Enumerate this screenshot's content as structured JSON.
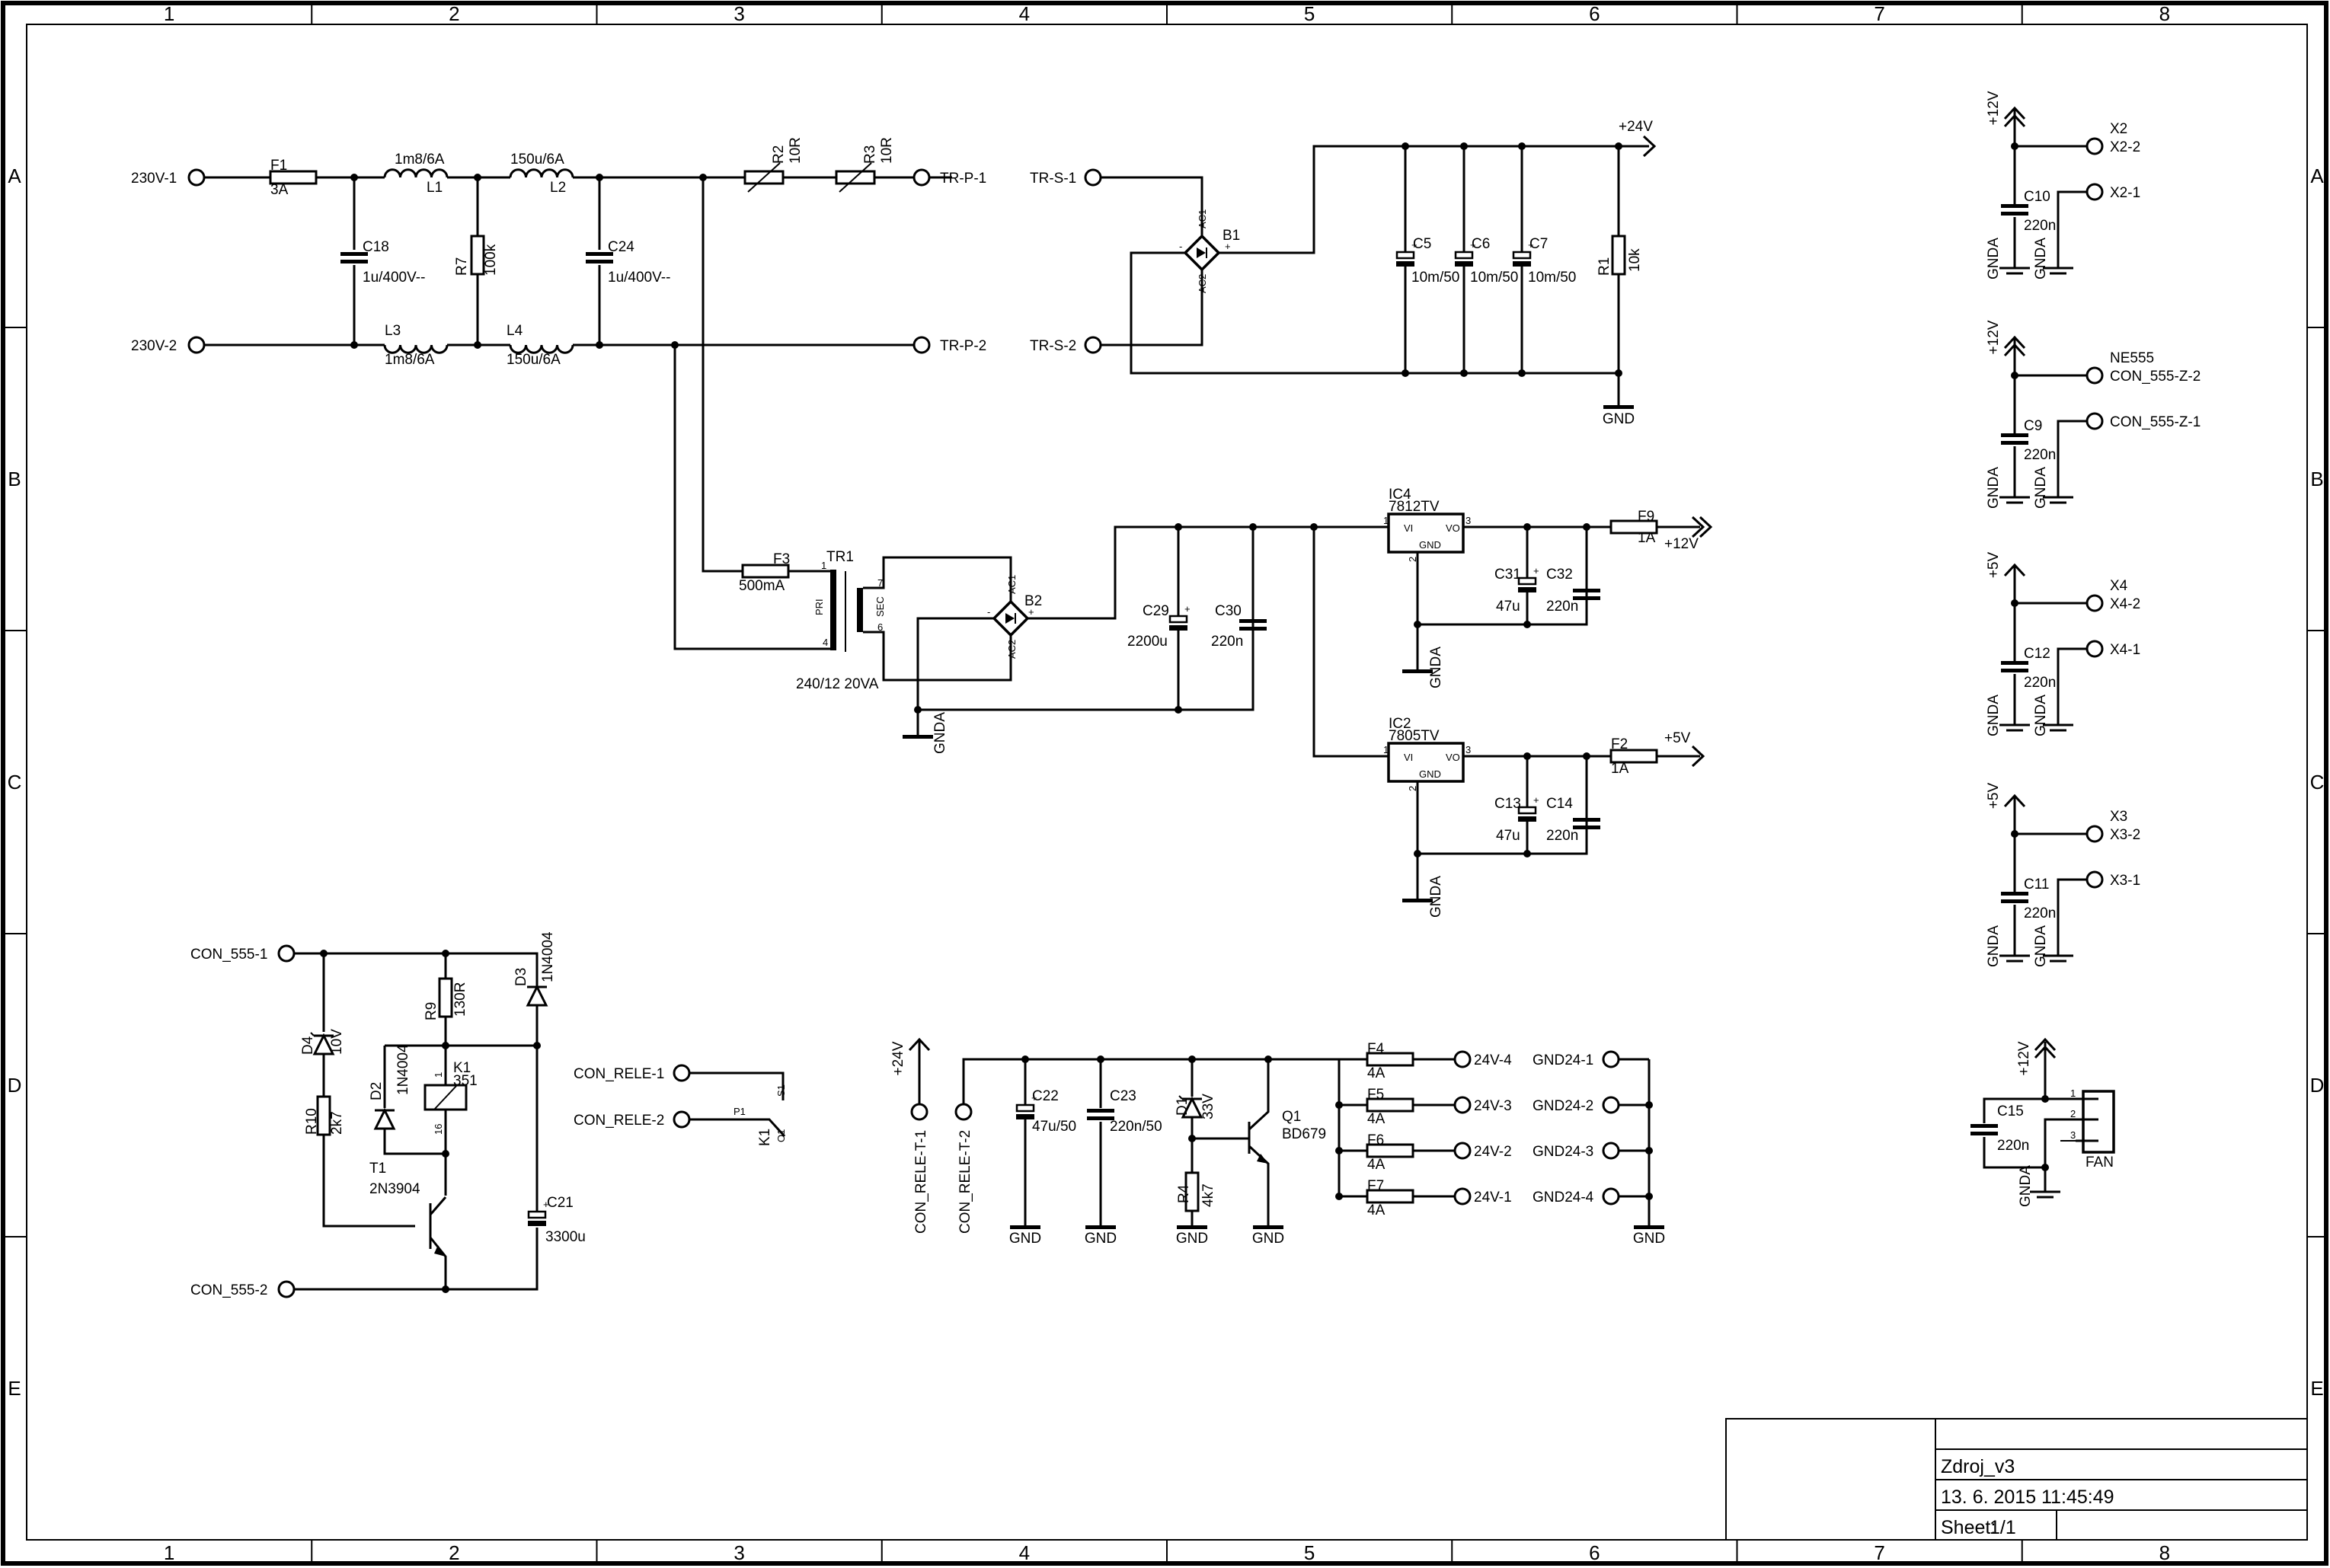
{
  "sheet": {
    "columns": [
      "1",
      "2",
      "3",
      "4",
      "5",
      "6",
      "7",
      "8"
    ],
    "rows": [
      "A",
      "B",
      "C",
      "D",
      "E"
    ]
  },
  "title_block": {
    "name": "Zdroj_v3",
    "datetime": "13. 6. 2015 11:45:49",
    "sheet_label": "Sheet:",
    "sheet_value": "1/1"
  },
  "input_filter": {
    "terminals": [
      "230V-1",
      "230V-2"
    ],
    "F1": {
      "ref": "F1",
      "value": "3A"
    },
    "L1": {
      "ref": "L1",
      "value": "1m8/6A"
    },
    "L2": {
      "ref": "L2",
      "value": "150u/6A"
    },
    "L3": {
      "ref": "L3",
      "value": "1m8/6A"
    },
    "L4": {
      "ref": "L4",
      "value": "150u/6A"
    },
    "C18": {
      "ref": "C18",
      "value": "1u/400V--"
    },
    "C24": {
      "ref": "C24",
      "value": "1u/400V--"
    },
    "R7": {
      "ref": "R7",
      "value": "100k"
    },
    "R2": {
      "ref": "R2",
      "value": "10R"
    },
    "R3": {
      "ref": "R3",
      "value": "10R"
    },
    "out_terminals": [
      "TR-P-1",
      "TR-P-2"
    ]
  },
  "rect24": {
    "terminals": [
      "TR-S-1",
      "TR-S-2"
    ],
    "B1": {
      "ref": "B1",
      "ac1": "AC1",
      "ac2": "AC2",
      "plus": "+",
      "minus": "-"
    },
    "caps": [
      {
        "ref": "C5",
        "value": "10m/50"
      },
      {
        "ref": "C6",
        "value": "10m/50"
      },
      {
        "ref": "C7",
        "value": "10m/50"
      }
    ],
    "R1": {
      "ref": "R1",
      "value": "10k"
    },
    "rail": "+24V",
    "gnd": "GND"
  },
  "transformer": {
    "F3": {
      "ref": "F3",
      "value": "500mA"
    },
    "TR1": {
      "ref": "TR1",
      "value": "240/12 20VA",
      "pri": "PRI",
      "sec": "SEC",
      "pins": [
        "1",
        "4",
        "7",
        "6"
      ]
    },
    "B2": {
      "ref": "B2",
      "ac1": "AC1",
      "ac2": "AC2",
      "plus": "+",
      "minus": "-"
    },
    "C29": {
      "ref": "C29",
      "value": "2200u"
    },
    "C30": {
      "ref": "C30",
      "value": "220n"
    },
    "gnd": "GNDA"
  },
  "regulators": [
    {
      "ref": "IC4",
      "part": "7812TV",
      "vi": "VI",
      "vo": "VO",
      "gnd": "GND",
      "pins": [
        "1",
        "3",
        "2"
      ],
      "cap_e": {
        "ref": "C31",
        "value": "47u"
      },
      "cap": {
        "ref": "C32",
        "value": "220n"
      },
      "fuse": {
        "ref": "F9",
        "value": "1A"
      },
      "rail": "+12V",
      "ground": "GNDA"
    },
    {
      "ref": "IC2",
      "part": "7805TV",
      "vi": "VI",
      "vo": "VO",
      "gnd": "GND",
      "pins": [
        "1",
        "3",
        "2"
      ],
      "cap_e": {
        "ref": "C13",
        "value": "47u"
      },
      "cap": {
        "ref": "C14",
        "value": "220n"
      },
      "fuse": {
        "ref": "F2",
        "value": "1A"
      },
      "rail": "+5V",
      "ground": "GNDA"
    }
  ],
  "connectors": [
    {
      "rail": "+12V",
      "cap": {
        "ref": "C10",
        "value": "220n"
      },
      "name": "X2",
      "pins": [
        "X2-2",
        "X2-1"
      ],
      "gnd": "GNDA"
    },
    {
      "rail": "+12V",
      "cap": {
        "ref": "C9",
        "value": "220n"
      },
      "name": "NE555",
      "pins": [
        "CON_555-Z-2",
        "CON_555-Z-1"
      ],
      "gnd": "GNDA"
    },
    {
      "rail": "+5V",
      "cap": {
        "ref": "C12",
        "value": "220n"
      },
      "name": "X4",
      "pins": [
        "X4-2",
        "X4-1"
      ],
      "gnd": "GNDA"
    },
    {
      "rail": "+5V",
      "cap": {
        "ref": "C11",
        "value": "220n"
      },
      "name": "X3",
      "pins": [
        "X3-2",
        "X3-1"
      ],
      "gnd": "GNDA"
    }
  ],
  "fan": {
    "rail": "+12V",
    "cap": {
      "ref": "C15",
      "value": "220n"
    },
    "name": "FAN",
    "pins": [
      "1",
      "2",
      "3"
    ],
    "gnd": "GNDA"
  },
  "relay": {
    "terminals": [
      "CON_555-1",
      "CON_555-2"
    ],
    "D4": {
      "ref": "D4",
      "value": "10V"
    },
    "R10": {
      "ref": "R10",
      "value": "2k7"
    },
    "R9": {
      "ref": "R9",
      "value": "130R"
    },
    "D3": {
      "ref": "D3",
      "value": "1N4004"
    },
    "D2": {
      "ref": "D2",
      "value": "1N4004"
    },
    "K1": {
      "ref": "K1",
      "value": "351",
      "pins": [
        "1",
        "16"
      ]
    },
    "T1": {
      "ref": "T1",
      "value": "2N3904"
    },
    "C21": {
      "ref": "C21",
      "value": "3300u"
    },
    "contacts": {
      "terminals": [
        "CON_RELE-1",
        "CON_RELE-2"
      ],
      "s": "S1",
      "p": "P1",
      "o": "O1",
      "ref": "K1"
    }
  },
  "output24": {
    "rail": "+24V",
    "terminals": [
      "CON_RELE-T-1",
      "CON_RELE-T-2"
    ],
    "C22": {
      "ref": "C22",
      "value": "47u/50"
    },
    "C23": {
      "ref": "C23",
      "value": "220n/50"
    },
    "D1": {
      "ref": "D1",
      "value": "33V"
    },
    "R4": {
      "ref": "R4",
      "value": "4k7"
    },
    "Q1": {
      "ref": "Q1",
      "value": "BD679"
    },
    "gnd": "GND",
    "outputs": [
      {
        "fuse": "F4",
        "value": "4A",
        "pin": "24V-4",
        "gnd_pin": "GND24-1"
      },
      {
        "fuse": "F5",
        "value": "4A",
        "pin": "24V-3",
        "gnd_pin": "GND24-2"
      },
      {
        "fuse": "F6",
        "value": "4A",
        "pin": "24V-2",
        "gnd_pin": "GND24-3"
      },
      {
        "fuse": "F7",
        "value": "4A",
        "pin": "24V-1",
        "gnd_pin": "GND24-4"
      }
    ]
  }
}
